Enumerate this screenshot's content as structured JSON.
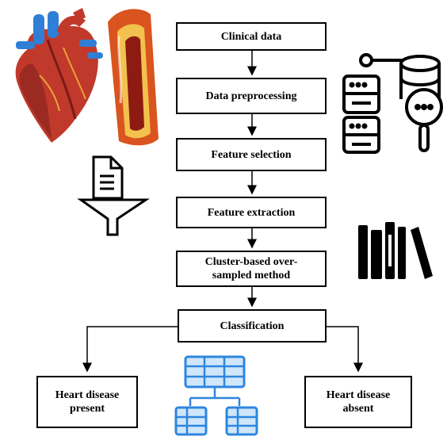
{
  "flow": {
    "clinical_data": "Clinical data",
    "preprocessing": "Data preprocessing",
    "feature_selection": "Feature selection",
    "feature_extraction": "Feature extraction",
    "cluster_method": "Cluster-based over-\nsampled method",
    "classification": "Classification",
    "present": "Heart disease\npresent",
    "absent": "Heart disease\nabsent"
  },
  "colors": {
    "line": "#000000",
    "heart_red": "#c0392b",
    "heart_dark": "#7b1a16",
    "artery_blue": "#2f7fd6",
    "vessel_orange": "#d9541e",
    "vessel_yellow": "#f2c14e",
    "table_blue": "#2e86de",
    "table_light": "#cfe6fb"
  },
  "icons": [
    "heart-icon",
    "artery-icon",
    "database-search-icon",
    "document-filter-icon",
    "books-icon",
    "table-hierarchy-icon"
  ]
}
